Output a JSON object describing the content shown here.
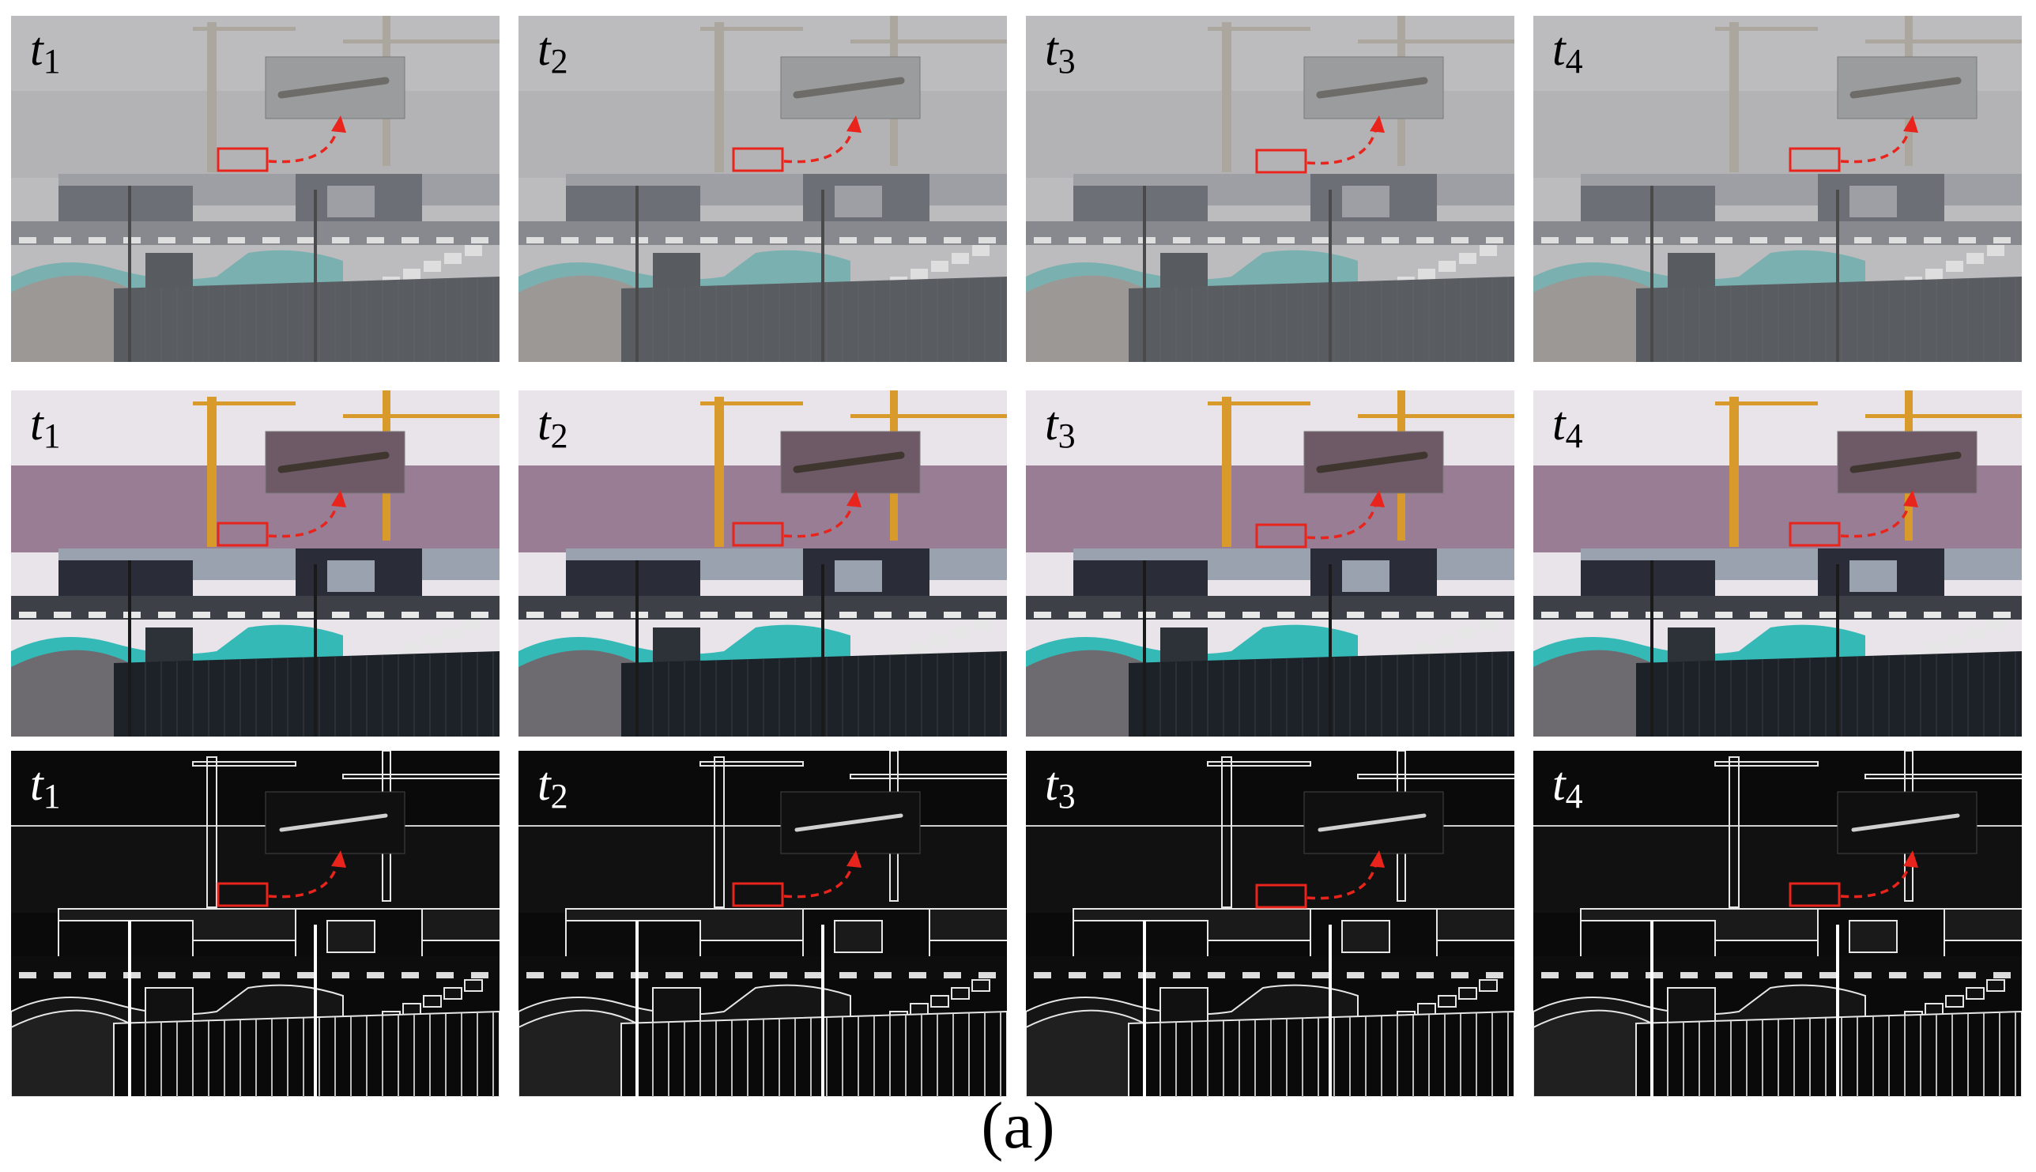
{
  "figure": {
    "caption": "(a)",
    "colors": {
      "highlight_box": "#e8241c",
      "hazy_sky": "#b7b7b9",
      "enhanced_sky": "#8a6b86",
      "crane": "#d89a2a",
      "tarp": "#35b9b6",
      "edge_background": "#0a0a0a"
    },
    "rows": [
      {
        "kind": "hazy-frames",
        "frames": [
          {
            "label_var": "t",
            "label_sub": "1"
          },
          {
            "label_var": "t",
            "label_sub": "2"
          },
          {
            "label_var": "t",
            "label_sub": "3"
          },
          {
            "label_var": "t",
            "label_sub": "4"
          }
        ]
      },
      {
        "kind": "dehazed-frames",
        "frames": [
          {
            "label_var": "t",
            "label_sub": "1"
          },
          {
            "label_var": "t",
            "label_sub": "2"
          },
          {
            "label_var": "t",
            "label_sub": "3"
          },
          {
            "label_var": "t",
            "label_sub": "4"
          }
        ]
      },
      {
        "kind": "edge-frames",
        "frames": [
          {
            "label_var": "t",
            "label_sub": "1"
          },
          {
            "label_var": "t",
            "label_sub": "2"
          },
          {
            "label_var": "t",
            "label_sub": "3"
          },
          {
            "label_var": "t",
            "label_sub": "4"
          }
        ]
      }
    ]
  }
}
